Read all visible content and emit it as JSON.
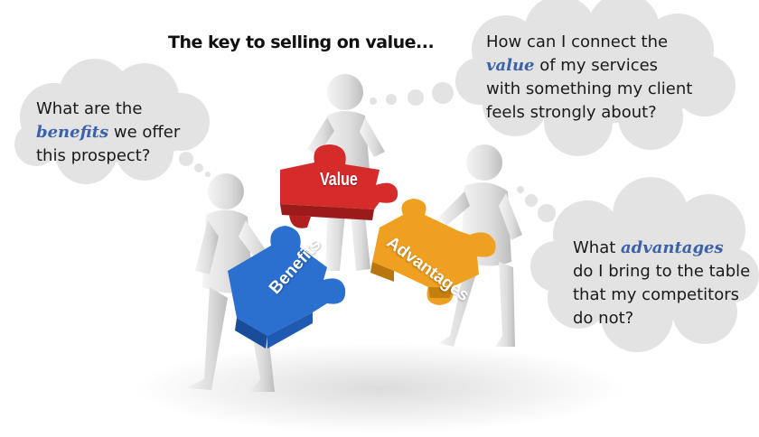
{
  "title": "The key to selling on value...",
  "bubbles": {
    "left": {
      "line1": "What are the",
      "emphasis": "benefits",
      "line2_rest": " we offer",
      "line3": "this prospect?"
    },
    "top": {
      "line1": "How can I connect the",
      "emphasis": "value",
      "line2_rest": " of my services",
      "line3": "with something my client",
      "line4": "feels strongly about?"
    },
    "right": {
      "line1_pre": "What ",
      "emphasis": "advantages",
      "line2": "do I bring to the table",
      "line3": "that my competitors",
      "line4": "do not?"
    }
  },
  "pieces": {
    "value": "Value",
    "advantages": "Advantages",
    "benefits": "Benefits"
  },
  "colors": {
    "cloud": "#e3e3e3",
    "emphasis": "#3b62a8",
    "value_piece": "#d62b2b",
    "advantages_piece": "#f0a020",
    "benefits_piece": "#2b6fcf"
  },
  "icons": [
    "thought-cloud-icon",
    "person-figure-icon",
    "puzzle-piece-icon"
  ]
}
